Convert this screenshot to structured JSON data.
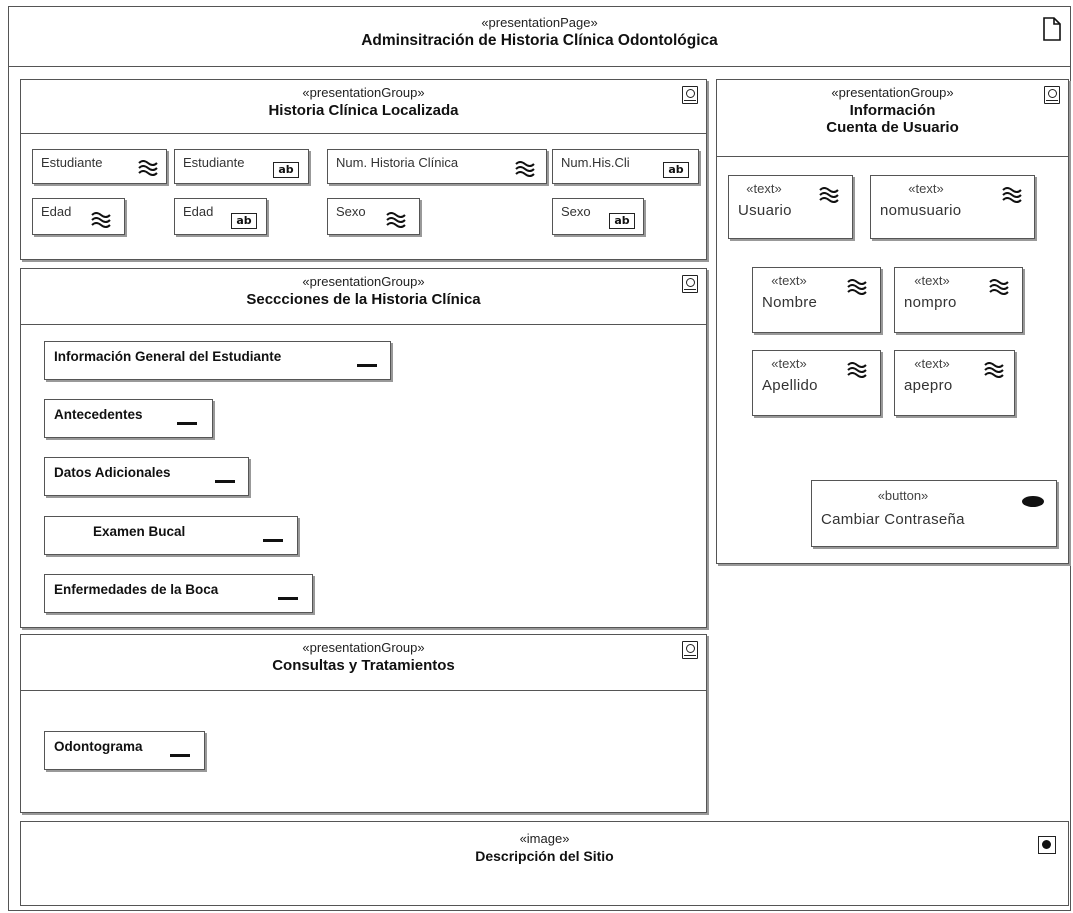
{
  "page": {
    "stereotype": "«presentationPage»",
    "title": "Adminsitración de Historia Clínica Odontológica",
    "icon": "document-icon"
  },
  "groups": {
    "historia": {
      "stereotype": "«presentationGroup»",
      "title": "Historia Clínica Localizada",
      "fields": {
        "estudiante_label": "Estudiante",
        "estudiante_input": "Estudiante",
        "num_historia_label": "Num. Historia Clínica",
        "num_his_cli_input": "Num.His.Cli",
        "edad_label": "Edad",
        "edad_input": "Edad",
        "sexo_label": "Sexo",
        "sexo_input": "Sexo",
        "ab": "ab"
      }
    },
    "secciones": {
      "stereotype": "«presentationGroup»",
      "title": "Seccciones de la Historia Clínica",
      "items": [
        "Información General del Estudiante",
        "Antecedentes",
        "Datos Adicionales",
        "Examen Bucal",
        "Enfermedades de la Boca"
      ]
    },
    "consultas": {
      "stereotype": "«presentationGroup»",
      "title": "Consultas y Tratamientos",
      "items": [
        "Odontograma"
      ]
    },
    "cuenta": {
      "stereotype": "«presentationGroup»",
      "title_line1": "Información",
      "title_line2": "Cuenta de Usuario",
      "text_stereotype": "«text»",
      "texts": {
        "usuario": "Usuario",
        "nomusuario": "nomusuario",
        "nombre": "Nombre",
        "nompro": "nompro",
        "apellido": "Apellido",
        "apepro": "apepro"
      },
      "button": {
        "stereotype": "«button»",
        "label": "Cambiar Contraseña"
      }
    },
    "imagen": {
      "stereotype": "«image»",
      "title": "Descripción del Sitio"
    }
  }
}
